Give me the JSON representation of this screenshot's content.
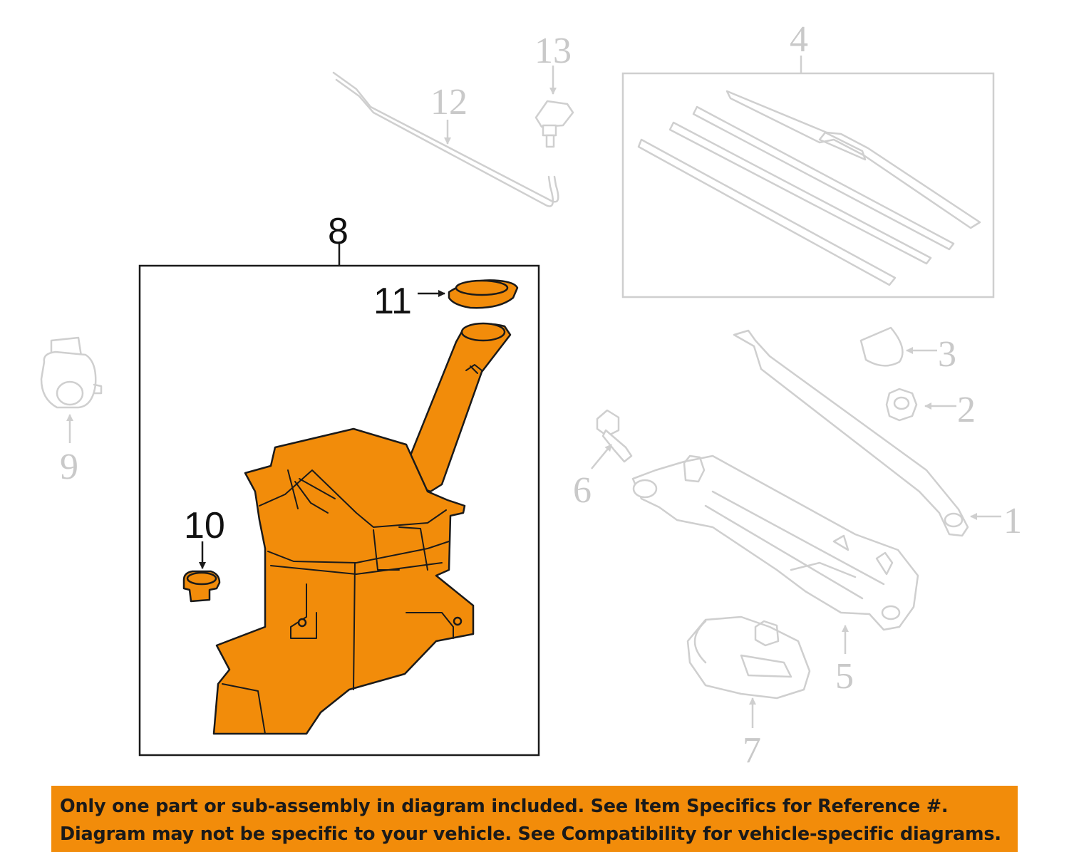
{
  "callouts": {
    "c1": "1",
    "c2": "2",
    "c3": "3",
    "c4": "4",
    "c5": "5",
    "c6": "6",
    "c7": "7",
    "c8": "8",
    "c9": "9",
    "c10": "10",
    "c11": "11",
    "c12": "12",
    "c13": "13"
  },
  "highlighted_parts": [
    "8",
    "10",
    "11"
  ],
  "colors": {
    "highlight": "#f28c0a",
    "ghost": "#cfcfcf",
    "outline": "#1a1a1a"
  },
  "notice": {
    "line1": "Only one part or sub-assembly in diagram included. See Item Specifics for Reference #.",
    "line2": "Diagram may not be specific to your vehicle. See Compatibility for vehicle-specific diagrams."
  }
}
